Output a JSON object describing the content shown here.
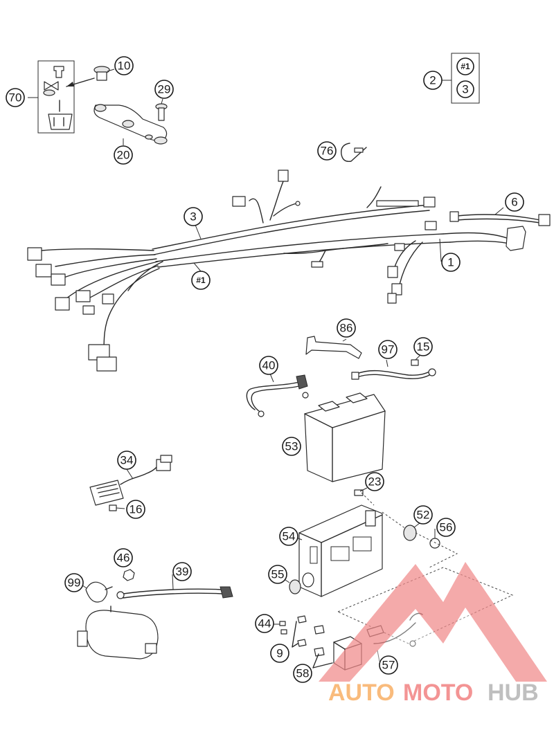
{
  "diagram": {
    "callouts": {
      "c10": "10",
      "c70": "70",
      "c29": "29",
      "c20": "20",
      "c2": "2",
      "c2_ref1": "#1",
      "c2_ref3": "3",
      "c76": "76",
      "c6": "6",
      "c3": "3",
      "c1": "1",
      "c_ref1": "#1",
      "c86": "86",
      "c97": "97",
      "c15": "15",
      "c40": "40",
      "c53": "53",
      "c34": "34",
      "c16": "16",
      "c23": "23",
      "c52": "52",
      "c56": "56",
      "c54": "54",
      "c55": "55",
      "c46": "46",
      "c39": "39",
      "c99": "99",
      "c44": "44",
      "c9": "9",
      "c58": "58",
      "c57": "57"
    }
  },
  "watermark": {
    "word_part1": "AUTO",
    "word_part2": "MOTO",
    "word_part3": "HUB",
    "colors": {
      "orange": "#f7a24a",
      "red": "#ef6b6b",
      "grey": "#a7a7a7",
      "triangle": "#f08a8a"
    }
  }
}
